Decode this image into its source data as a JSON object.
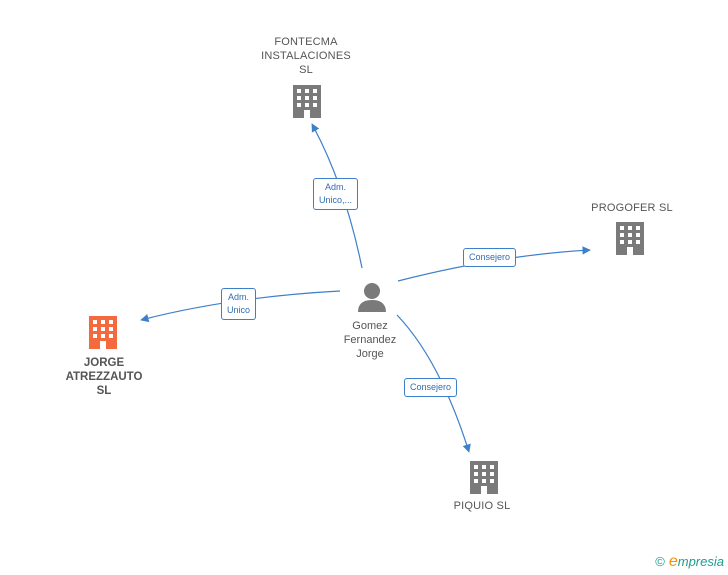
{
  "nodes": {
    "person": {
      "name": "Gomez\nFernandez\nJorge"
    },
    "fontecma": {
      "name": "FONTECMA\nINSTALACIONES\nSL"
    },
    "progofer": {
      "name": "PROGOFER SL"
    },
    "jorge": {
      "name": "JORGE\nATREZZAUTO\nSL"
    },
    "piquio": {
      "name": "PIQUIO SL"
    }
  },
  "edges": {
    "to_fontecma": {
      "label": "Adm.\nUnico,..."
    },
    "to_progofer": {
      "label": "Consejero"
    },
    "to_jorge": {
      "label": "Adm.\nUnico"
    },
    "to_piquio": {
      "label": "Consejero"
    }
  },
  "footer": {
    "copyright_symbol": "©",
    "brand_initial": "e",
    "brand_rest": "mpresia"
  },
  "colors": {
    "edge": "#3d7fc9",
    "building_gray": "#7a7a7a",
    "building_focus": "#f26a3d",
    "person_gray": "#7a7a7a"
  }
}
